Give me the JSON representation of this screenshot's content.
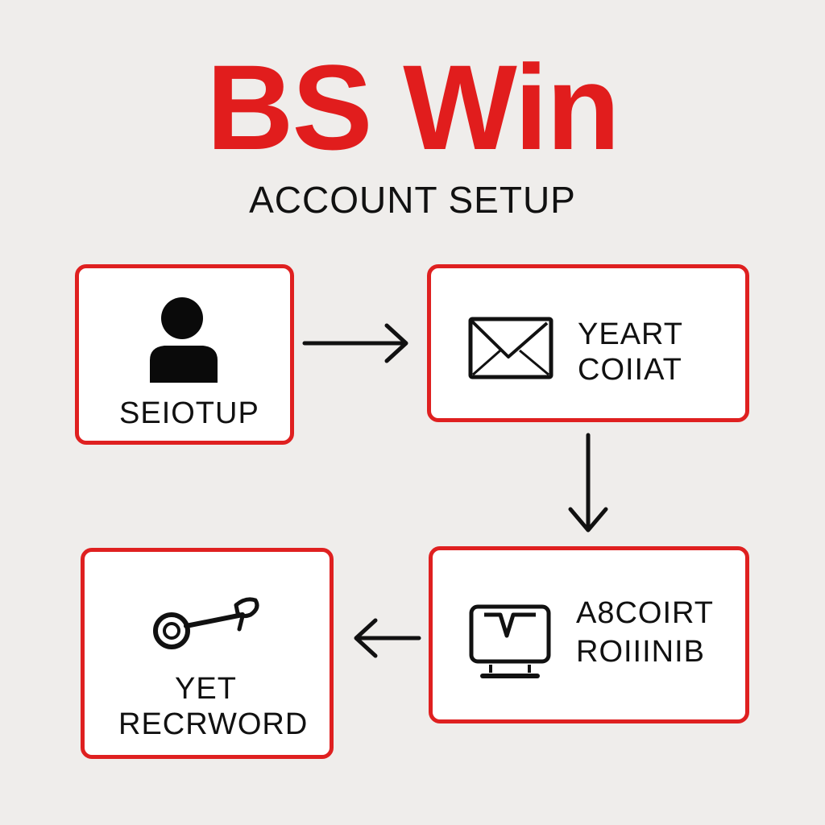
{
  "header": {
    "brand": "BS Win",
    "subtitle": "ACCOUNT SETUP"
  },
  "colors": {
    "accent": "#e11d1d",
    "box_border": "#df2020",
    "background": "#efedeb",
    "text": "#111111"
  },
  "steps": [
    {
      "icon": "user-icon",
      "lines": [
        "SEIOTUP"
      ]
    },
    {
      "icon": "mail-icon",
      "lines": [
        "YEART",
        "COIIAT"
      ]
    },
    {
      "icon": "device-icon",
      "lines": [
        "A8COIRT",
        "ROIIINIB"
      ]
    },
    {
      "icon": "key-icon",
      "lines": [
        "YET",
        "RECRWORD"
      ]
    }
  ]
}
